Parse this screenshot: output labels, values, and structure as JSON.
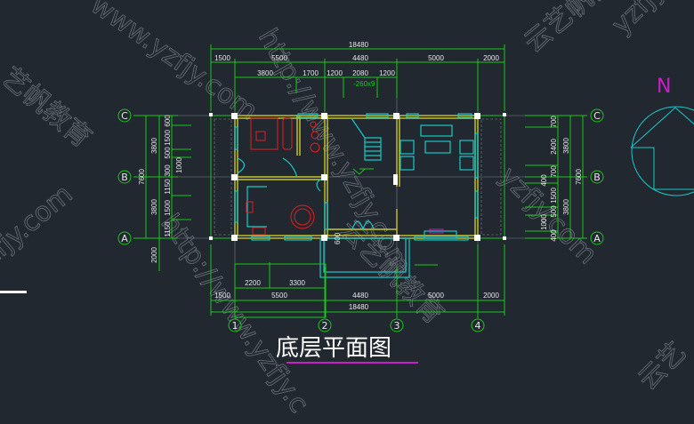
{
  "drawing_title": "底层平面图",
  "colors": {
    "background": "#212830",
    "dimension": "#19c819",
    "wall": "#c8c828",
    "window": "#19c8c8",
    "furniture": "#e61e1e",
    "north": "#c81ec8"
  },
  "north_label": "N",
  "stair_label": "-260x9",
  "porch_label": "600",
  "axes": {
    "rows": [
      "C",
      "B",
      "A"
    ],
    "columns": [
      "1",
      "2",
      "3",
      "4"
    ]
  },
  "top_dims": {
    "total": "18480",
    "segments": [
      "1500",
      "5500",
      "4480",
      "5000",
      "2000"
    ],
    "sub": [
      "3800",
      "1700",
      "1200",
      "2080",
      "1200"
    ]
  },
  "bottom_dims": {
    "sub": [
      "2200",
      "3300"
    ],
    "segments": [
      "1500",
      "5500",
      "4480",
      "5000",
      "2000"
    ],
    "total": "18480"
  },
  "left_dims": {
    "total": "7600",
    "halves": [
      "3800",
      "3800"
    ],
    "details": [
      "600",
      "1500",
      "500",
      "300",
      "1150",
      "1500",
      "1150"
    ],
    "inner": "1000",
    "below": "2000"
  },
  "right_dims": {
    "total": "7600",
    "halves": [
      "3800",
      "3800"
    ],
    "details": [
      "700",
      "2400",
      "700",
      "400",
      "1500",
      "500",
      "1000",
      "400"
    ]
  },
  "watermarks": [
    "www.yzfjy.com",
    "云艺帆教育",
    "http://www.yzfjy.com"
  ]
}
